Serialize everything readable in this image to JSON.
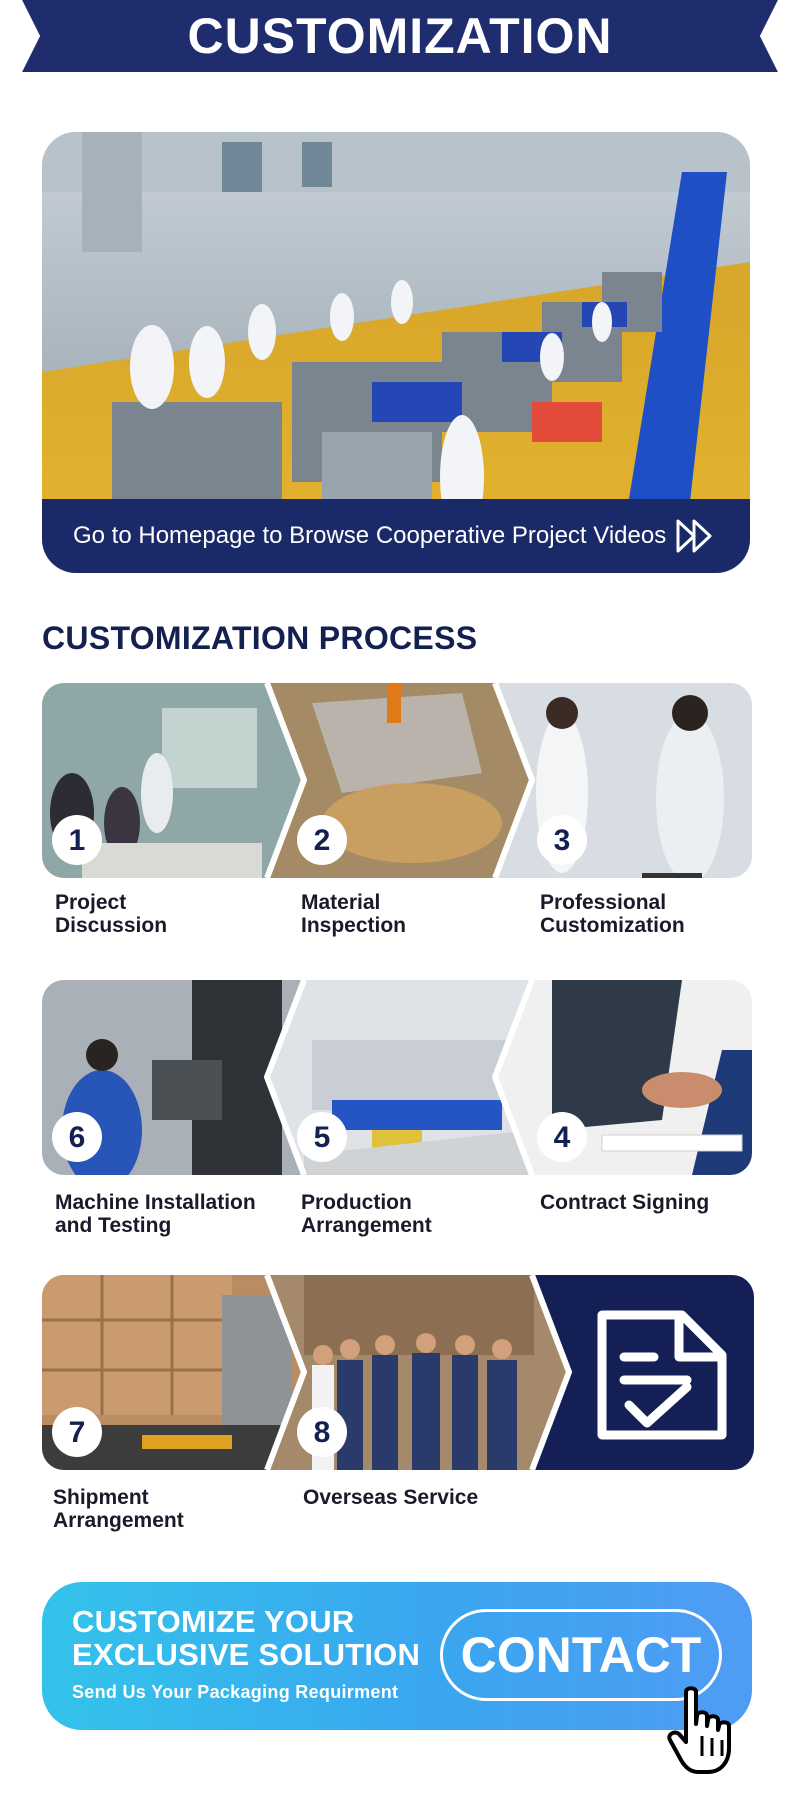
{
  "banner": {
    "title": "CUSTOMIZATION"
  },
  "hero": {
    "link_text": "Go to Homepage to Browse Cooperative Project Videos",
    "arrow_icon": "double-chevron-right-icon"
  },
  "process": {
    "title": "CUSTOMIZATION PROCESS",
    "steps": [
      {
        "number": "1",
        "line1": "Project",
        "line2": "Discussion"
      },
      {
        "number": "2",
        "line1": "Material",
        "line2": "Inspection"
      },
      {
        "number": "3",
        "line1": "Professional",
        "line2": "Customization"
      },
      {
        "number": "4",
        "line1": "Contract Signing",
        "line2": ""
      },
      {
        "number": "5",
        "line1": "Production",
        "line2": "Arrangement"
      },
      {
        "number": "6",
        "line1": "Machine Installation",
        "line2": "and Testing"
      },
      {
        "number": "7",
        "line1": "Shipment",
        "line2": "Arrangement"
      },
      {
        "number": "8",
        "line1": "Overseas Service",
        "line2": ""
      }
    ],
    "final_icon": "document-check-icon"
  },
  "cta": {
    "line1": "CUSTOMIZE YOUR",
    "line2": "EXCLUSIVE SOLUTION",
    "sub": "Send Us Your Packaging Requirment",
    "button": "CONTACT",
    "cursor_icon": "hand-pointer-icon"
  },
  "colors": {
    "navy": "#1a2a68",
    "dark_navy": "#14204f",
    "cta_start": "#33c3ea",
    "cta_end": "#4f9cf4"
  }
}
